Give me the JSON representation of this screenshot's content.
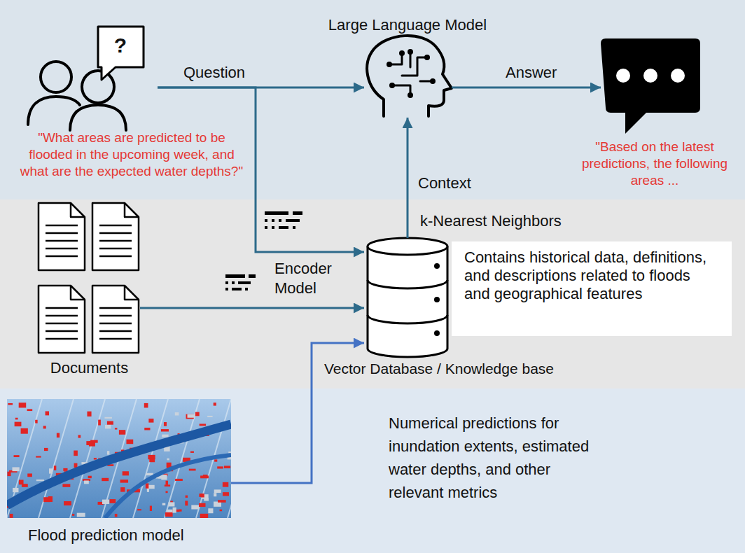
{
  "diagram": {
    "nodes": [
      {
        "text": [
          "\"What areas are predicted to be flooded in the upcoming week, and what are the expected water depths?\""
        ]
      },
      {
        "text": [
          "Large Language Model"
        ]
      },
      {
        "text": [
          "\"Based on the latest predictions, the following areas ..."
        ]
      },
      {
        "text": [
          "Documents"
        ]
      },
      {
        "text": [
          "Vector Database / Knowledge base"
        ]
      },
      {
        "text": [
          "Contains historical data, definitions, and descriptions related to floods and geographical features"
        ]
      },
      {
        "text": [
          "Flood prediction model"
        ]
      }
    ],
    "edges": [
      {
        "from": 0,
        "to": 1,
        "label": "Question",
        "arrow": "to"
      },
      {
        "from": 1,
        "to": 2,
        "label": "Answer",
        "arrow": "to"
      },
      {
        "from": 0,
        "to": 4,
        "arrow": "to"
      },
      {
        "from": 3,
        "to": 4,
        "label": "Encoder Model",
        "arrow": "to"
      },
      {
        "from": 4,
        "to": 1,
        "label": "Context",
        "arrow": "to"
      },
      {
        "from": 6,
        "to": 4,
        "arrow": "to"
      }
    ],
    "labels": [
      "?",
      "k-Nearest Neighbors",
      "Numerical predictions for inundation extents, estimated water depths, and other relevant metrics"
    ]
  }
}
